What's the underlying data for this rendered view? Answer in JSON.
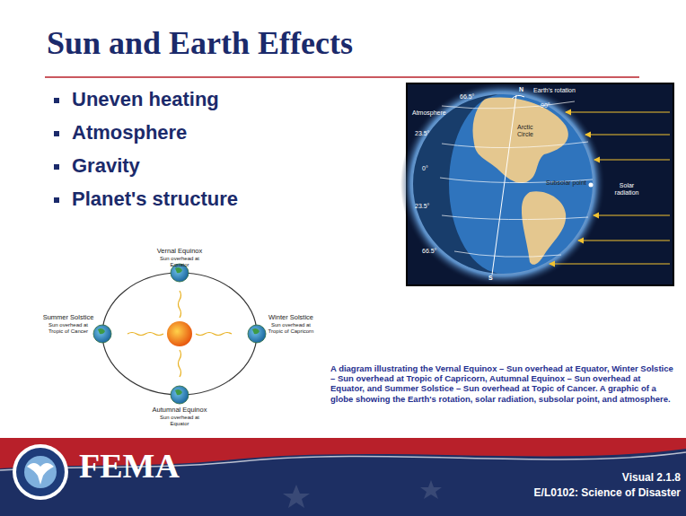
{
  "diagram": {
    "title": "Sun and Earth Effects",
    "caption": "A diagram illustrating the Vernal Equinox – Sun overhead at Equator, Winter Solstice – Sun overhead at Tropic of Capricorn, Autumnal Equinox – Sun overhead at Equator, and Summer Solstice – Sun overhead at Topic of Cancer. A graphic of a globe showing the Earth's rotation, solar radiation, subsolar point, and atmosphere.",
    "labels": [
      "Uneven heating",
      "Atmosphere",
      "Gravity",
      "Planet's structure",
      "Vernal Equinox",
      "Sun overhead at Equator",
      "Summer Solstice",
      "Sun overhead at Tropic of Cancer",
      "Winter Solstice",
      "Sun overhead at Tropic of Capricorn",
      "Autumnal Equinox",
      "Sun overhead at Equator",
      "N",
      "Earth's rotation",
      "66.5°",
      "90°",
      "Atmosphere",
      "23.5°",
      "Arctic Circle",
      "0°",
      "23.5°",
      "Subsolar point",
      "Solar radiation",
      "66.5°",
      "S",
      "FEMA",
      "Visual 2.1.8",
      "E/L0102: Science of Disaster"
    ]
  }
}
